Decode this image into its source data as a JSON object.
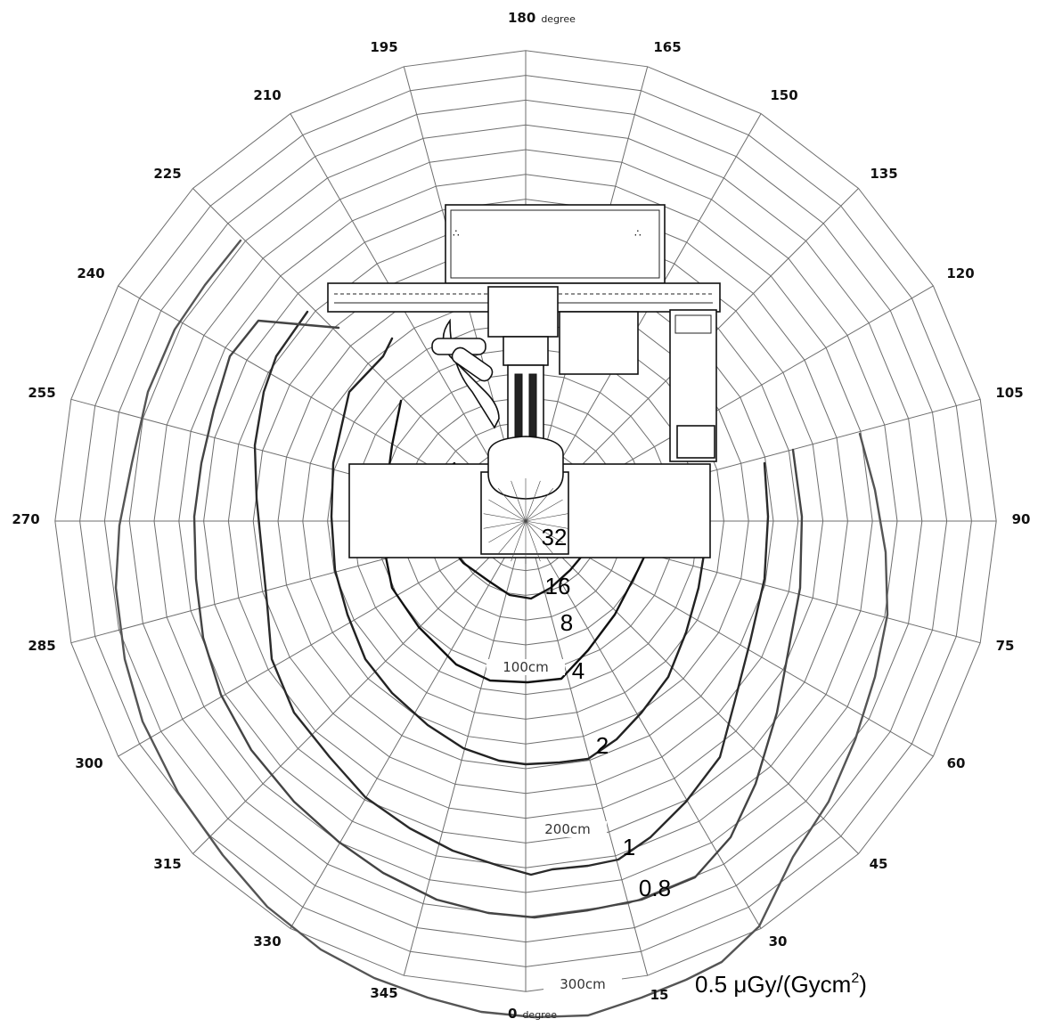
{
  "diagram": {
    "angle_labels": [
      "0",
      "15",
      "30",
      "45",
      "60",
      "75",
      "90",
      "105",
      "120",
      "135",
      "150",
      "165",
      "180",
      "195",
      "210",
      "225",
      "240",
      "255",
      "270",
      "285",
      "300",
      "315",
      "330",
      "345"
    ],
    "angle_unit": "degree",
    "distance_labels": [
      "100cm",
      "200cm",
      "300cm"
    ],
    "isodose_levels": [
      {
        "label": "32",
        "color": "#111111"
      },
      {
        "label": "16",
        "color": "#111111"
      },
      {
        "label": "8",
        "color": "#111111"
      },
      {
        "label": "4",
        "color": "#111111"
      },
      {
        "label": "2",
        "color": "#222222"
      },
      {
        "label": "1",
        "color": "#2a2a2a"
      },
      {
        "label": "0.8",
        "color": "#444444"
      },
      {
        "label": "0.5",
        "color": "#555555"
      }
    ],
    "unit_text": "μGy/(Gycm",
    "unit_sup": "2",
    "unit_close": ")"
  }
}
